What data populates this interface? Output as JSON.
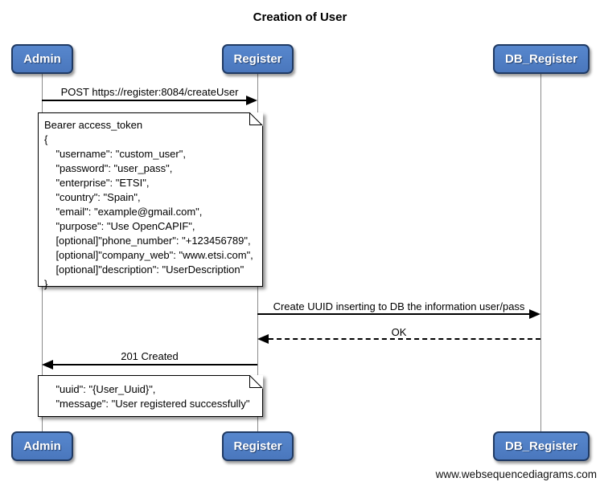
{
  "title": "Creation of User",
  "watermark": "www.websequencediagrams.com",
  "colors": {
    "actor_fill": "#4d7cc1",
    "actor_border": "#203a63",
    "actor_text": "#ffffff",
    "lifeline": "#8a8a8a",
    "arrow": "#000000",
    "note_bg": "#ffffff",
    "note_border": "#000000"
  },
  "actors": [
    {
      "label": "Admin"
    },
    {
      "label": "Register"
    },
    {
      "label": "DB_Register"
    }
  ],
  "messages": [
    {
      "from": "Admin",
      "to": "Register",
      "style": "solid",
      "label": "POST https://register:8084/createUser"
    },
    {
      "from": "Register",
      "to": "DB_Register",
      "style": "solid",
      "label": "Create UUID inserting to DB the information user/pass"
    },
    {
      "from": "DB_Register",
      "to": "Register",
      "style": "dashed",
      "label": "OK"
    },
    {
      "from": "Register",
      "to": "Admin",
      "style": "solid",
      "label": "201 Created"
    }
  ],
  "notes": [
    {
      "lines": [
        "Bearer access_token",
        "{",
        "    \"username\": \"custom_user\",",
        "    \"password\": \"user_pass\",",
        "    \"enterprise\": \"ETSI\",",
        "    \"country\": \"Spain\",",
        "    \"email\": \"example@gmail.com\",",
        "    \"purpose\": \"Use OpenCAPIF\",",
        "    [optional]\"phone_number\": \"+123456789\",",
        "    [optional]\"company_web\": \"www.etsi.com\",",
        "    [optional]\"description\": \"UserDescription\"",
        "}"
      ]
    },
    {
      "lines": [
        "    \"uuid\": \"{User_Uuid}\",",
        "    \"message\": \"User registered successfully\""
      ]
    }
  ]
}
